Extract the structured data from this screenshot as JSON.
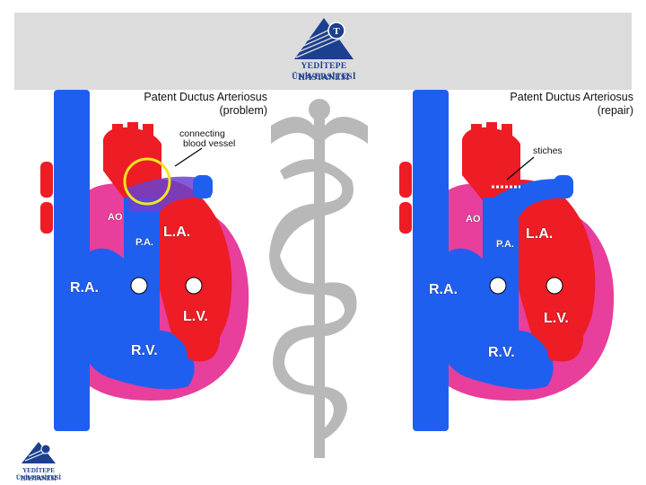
{
  "logo": {
    "line1": "YEDİTEPE ÜNİVERSİTESİ",
    "line2": "HASTANESİ",
    "mark": "T"
  },
  "left": {
    "title1": "Patent Ductus Arteriosus",
    "title2": "(problem)",
    "note1": "connecting",
    "note2": "blood vessel",
    "ao": "AO",
    "pa": "P.A.",
    "la": "L.A.",
    "ra": "R.A.",
    "lv": "L.V.",
    "rv": "R.V."
  },
  "right": {
    "title1": "Patent Ductus Arteriosus",
    "title2": "(repair)",
    "note1": "stiches",
    "ao": "AO",
    "pa": "P.A.",
    "la": "L.A.",
    "ra": "R.A.",
    "lv": "L.V.",
    "rv": "R.V."
  },
  "colors": {
    "blue": "#1f5ff0",
    "red": "#ee1c24",
    "pink": "#e83e9c",
    "gray": "#dcdcdc",
    "navy": "#1c3f8f",
    "yellow": "#f2e421"
  }
}
